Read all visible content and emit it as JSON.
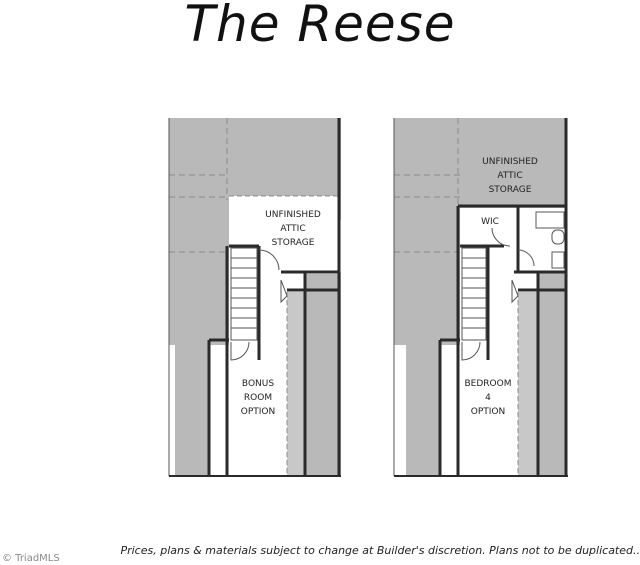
{
  "title": "The Reese",
  "plans": [
    {
      "label_group_1": [
        "UNFINISHED",
        "ATTIC",
        "STORAGE"
      ],
      "label_group_2": [
        "BONUS",
        "ROOM",
        "OPTION"
      ]
    },
    {
      "label_group_1": [
        "UNFINISHED",
        "ATTIC",
        "STORAGE"
      ],
      "label_group_2": [
        "BEDROOM",
        "4",
        "OPTION"
      ],
      "closet_label": "WIC"
    }
  ],
  "disclaimer": "Prices, plans & materials subject to change at Builder's discretion. Plans not to be duplicated..",
  "watermark": "© TriadMLS",
  "colors": {
    "roof": "#b9b9b9",
    "wall": "#2a2a2a",
    "floor": "#ffffff"
  }
}
